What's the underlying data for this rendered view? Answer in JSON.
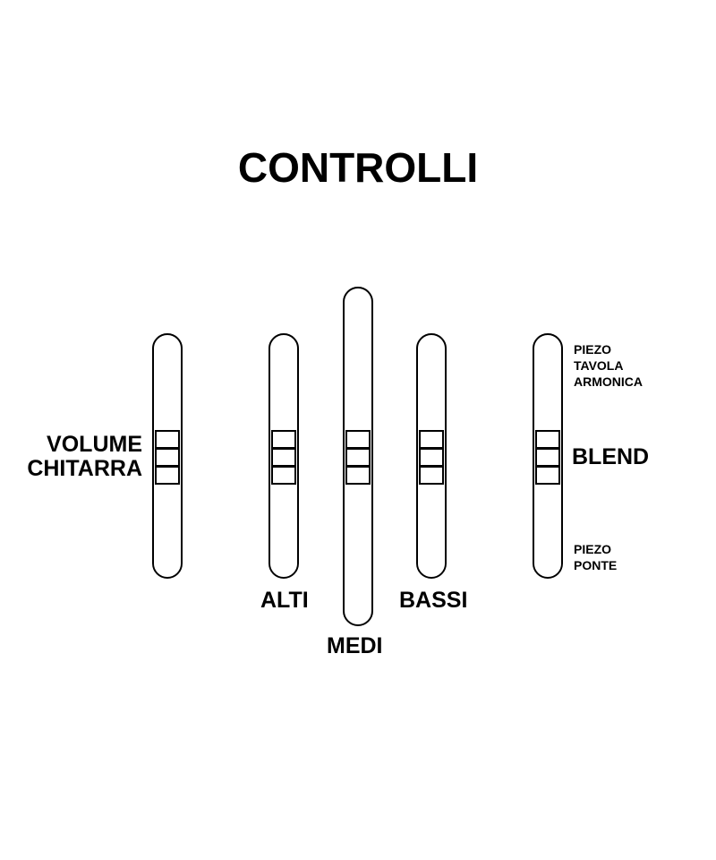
{
  "title": "CONTROLLI",
  "controls": {
    "volume": {
      "label_line1": "VOLUME",
      "label_line2": "CHITARRA"
    },
    "alti": {
      "label": "ALTI"
    },
    "medi": {
      "label": "MEDI"
    },
    "bassi": {
      "label": "BASSI"
    },
    "blend": {
      "label": "BLEND",
      "top_line1": "PIEZO",
      "top_line2": "TAVOLA",
      "top_line3": "ARMONICA",
      "bottom_line1": "PIEZO",
      "bottom_line2": "PONTE"
    }
  }
}
